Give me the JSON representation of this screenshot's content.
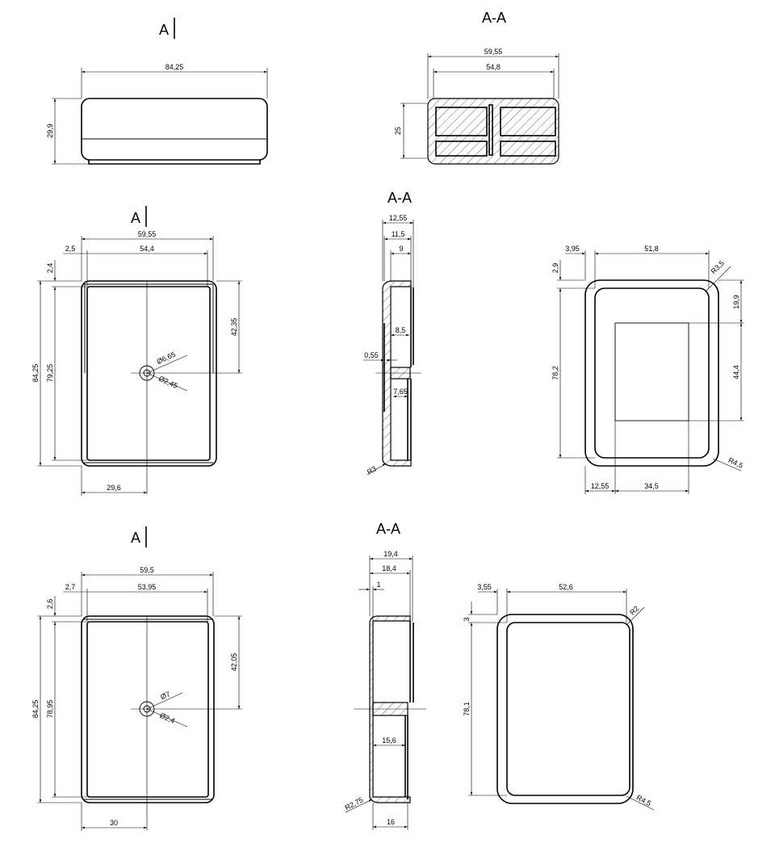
{
  "top_side": {
    "label": "A",
    "dims": {
      "width": "84,25",
      "height": "29,9"
    }
  },
  "top_section": {
    "label": "A-A",
    "dims": {
      "outer": "59,55",
      "inner": "54,8",
      "height": "25"
    }
  },
  "mid_front": {
    "label": "A",
    "dims": {
      "width": "59,55",
      "edge": "2,5",
      "inner_width": "54,4",
      "top_edge": "2,4",
      "height": "84,25",
      "inner_height": "79,25",
      "center_y": "42,35",
      "dia_outer": "Ø6,65",
      "dia_inner": "Ø2,45",
      "center_x": "29,6"
    }
  },
  "mid_section": {
    "label": "A-A",
    "dims": {
      "d1": "12,55",
      "d2": "11,5",
      "d3": "9",
      "d4": "8,5",
      "d5": "0,55",
      "d6": "7,65",
      "radius": "R3"
    }
  },
  "mid_back": {
    "dims": {
      "edge": "3,95",
      "width": "51,8",
      "top_edge": "2,9",
      "radius_top": "R3,5",
      "win_top": "19,9",
      "height": "78,2",
      "win_height": "44,4",
      "radius_bottom": "R4,5",
      "win_left": "12,55",
      "win_width": "34,5"
    }
  },
  "bot_front": {
    "label": "A",
    "dims": {
      "width": "59,5",
      "edge": "2,7",
      "inner_width": "53,95",
      "top_edge": "2,6",
      "height": "84,25",
      "inner_height": "78,95",
      "center_y": "42,05",
      "dia_outer": "Ø7",
      "dia_inner": "Ø2,4",
      "center_x": "30"
    }
  },
  "bot_section": {
    "label": "A-A",
    "dims": {
      "d1": "19,4",
      "d2": "18,4",
      "d3": "1",
      "d4": "15,6",
      "radius": "R2,75",
      "d5": "16"
    }
  },
  "bot_back": {
    "dims": {
      "edge": "3,55",
      "width": "52,6",
      "top_edge": "3",
      "radius_top": "R2",
      "height": "78,1",
      "radius_bottom": "R4,5"
    }
  }
}
